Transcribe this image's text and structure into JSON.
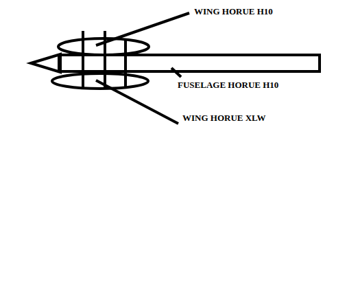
{
  "diagram": {
    "labels": [
      "WING HORUE H10",
      "FUSELAGE HORUE H10",
      "WING HORUE XLW"
    ]
  }
}
